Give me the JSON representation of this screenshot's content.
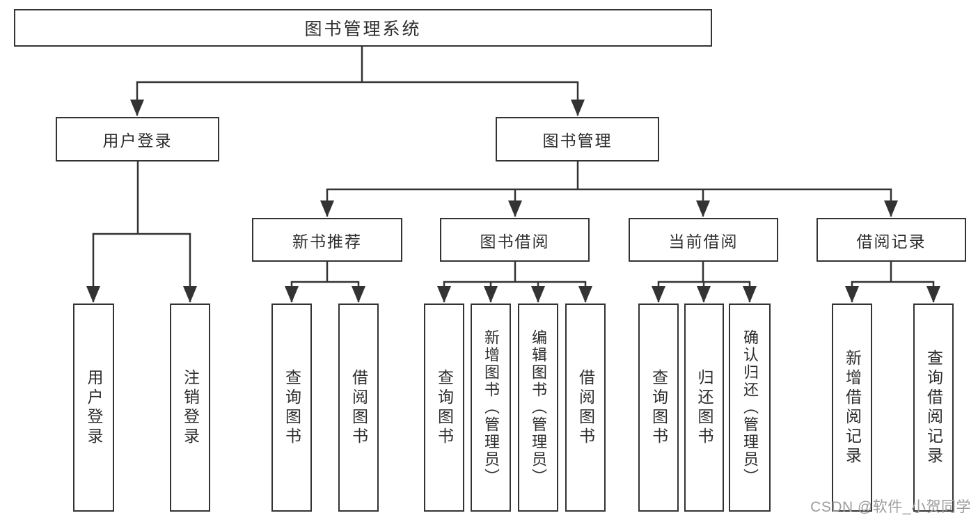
{
  "tree": {
    "root": {
      "label": "图书管理系统"
    },
    "branches": [
      {
        "label": "用户登录",
        "children": [
          {
            "label": "用户登录"
          },
          {
            "label": "注销登录"
          }
        ]
      },
      {
        "label": "图书管理",
        "children": [
          {
            "label": "新书推荐",
            "children": [
              {
                "label": "查询图书"
              },
              {
                "label": "借阅图书"
              }
            ]
          },
          {
            "label": "图书借阅",
            "children": [
              {
                "label": "查询图书"
              },
              {
                "label": "新增图书（管理员）"
              },
              {
                "label": "编辑图书（管理员）"
              },
              {
                "label": "借阅图书"
              }
            ]
          },
          {
            "label": "当前借阅",
            "children": [
              {
                "label": "查询图书"
              },
              {
                "label": "归还图书"
              },
              {
                "label": "确认归还（管理员）"
              }
            ]
          },
          {
            "label": "借阅记录",
            "children": [
              {
                "label": "新增借阅记录"
              },
              {
                "label": "查询借阅记录"
              }
            ]
          }
        ]
      }
    ]
  },
  "watermark": {
    "text": "CSDN @软件_小贺同学"
  },
  "colors": {
    "line": "#333333",
    "text": "#2d2d2d",
    "background": "#ffffff",
    "watermark": "#9c9c9c"
  }
}
